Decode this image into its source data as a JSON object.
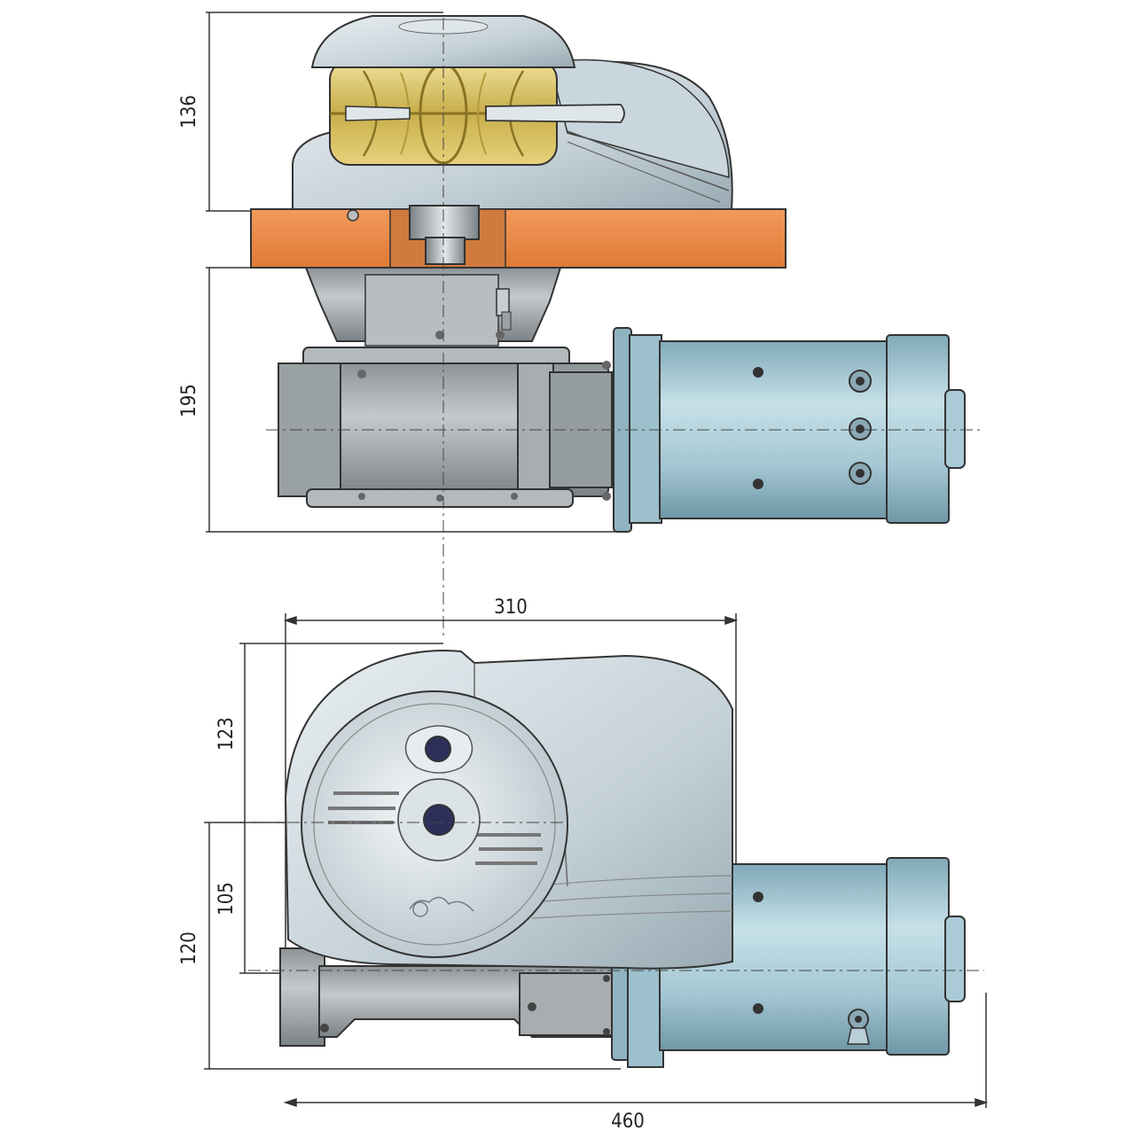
{
  "dimensions": {
    "top_height": "136",
    "below_deck_height": "195",
    "cover_height": "123",
    "axis_offset": "105",
    "base_height": "120",
    "cover_width": "310",
    "overall_width": "460"
  },
  "colors": {
    "deck": "#ee8a48",
    "motor": "#a9cad6",
    "housing": "#d3dde3",
    "gearbox": "#a2a9ad",
    "gypsy": "#d6c063",
    "line": "#222222"
  }
}
